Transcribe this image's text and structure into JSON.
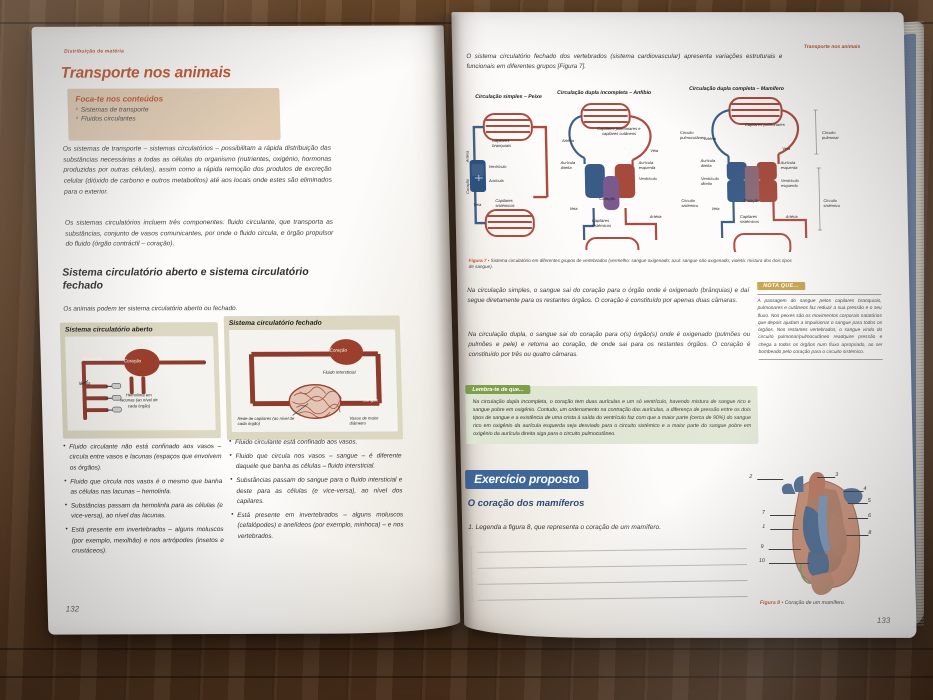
{
  "scene": {
    "description": "Open Portuguese biology textbook on a wooden desk",
    "desk_color": "#6f4a2b",
    "accent_red": "#c0552f",
    "accent_blue": "#3f6699",
    "accent_green": "#7ea04b",
    "accent_gold": "#c8a24a"
  },
  "left_page": {
    "running_head": "Distribuição de matéria",
    "page_number": "132",
    "title": "Transporte nos animais",
    "focus_box": {
      "title": "Foca-te nos conteúdos",
      "items": [
        "Sistemas de transporte",
        "Fluidos circulantes"
      ]
    },
    "paragraph_1": "Os sistemas de transporte – sistemas circulatórios – possibilitam a rápida distribuição das substâncias necessárias a todas as células do organismo (nutrientes, oxigénio, hormonas produzidas por outras células), assim como a rápida remoção dos produtos de excreção celular (dióxido de carbono e outros metabolitos) até aos locais onde estes são eliminados para o exterior.",
    "paragraph_2": "Os sistemas circulatórios incluem três componentes: fluido circulante, que transporta as substâncias, conjunto de vasos comunicantes, por onde o fluido circula, e órgão propulsor do fluido (órgão contráctil – coração).",
    "section_title": "Sistema circulatório aberto e sistema circulatório fechado",
    "section_intro": "Os animais podem ter sistema circulatório aberto ou fechado.",
    "open_card": {
      "title": "Sistema circulatório aberto",
      "labels": [
        "Coração",
        "Hemolinfa",
        "Vasos",
        "Hemolinfa em lacunas (ao nível de cada órgão)"
      ]
    },
    "closed_card": {
      "title": "Sistema circulatório fechado",
      "labels": [
        "Coração",
        "Fluido intersticial",
        "Sangue",
        "Rede de capilares (ao nível de cada órgão)",
        "Vasos de maior diâmetro"
      ]
    },
    "open_bullets": [
      "Fluido circulante não está confinado aos vasos – circula entre vasos e lacunas (espaços que envolvem os órgãos).",
      "Fluido que circula nos vasos é o mesmo que banha as células nas lacunas – hemolinfa.",
      "Substâncias passam da hemolinfa para as células (e vice-versa), ao nível das lacunas.",
      "Está presente em invertebrados – alguns moluscos (por exemplo, mexilhão) e nos artrópodes (insetos e crustáceos)."
    ],
    "closed_bullets": [
      "Fluido circulante está confinado aos vasos.",
      "Fluido que circula nos vasos – sangue – é diferente daquele que banha as células – fluido intersticial.",
      "Substâncias passam do sangue para o fluido intersticial e deste para as células (e vice-versa), ao nível dos capilares.",
      "Está presente em invertebrados – alguns moluscos (cefalópodes) e anelídeos (por exemplo, minhoca) – e nos vertebrados."
    ]
  },
  "right_page": {
    "running_head": "Transporte nos animais",
    "page_number": "133",
    "intro": "O sistema circulatório fechado dos vertebrados (sistema cardiovascular) apresenta variações estruturais e funcionais em diferentes grupos [Figura 7].",
    "diagrams": [
      {
        "title": "Circulação simples – Peixe",
        "labels": [
          "Capilares branquiais",
          "Artéria",
          "Ventrículo",
          "Aurícula",
          "Coração",
          "Veia",
          "Capilares sistémicos"
        ]
      },
      {
        "title": "Circulação dupla incompleta – Anfíbio",
        "labels": [
          "Capilares pulmonares e capilares cutâneos",
          "Artéria",
          "Veia",
          "Aurícula direita",
          "Aurícula esquerda",
          "Ventrículo",
          "Coração",
          "Veia",
          "Artéria",
          "Capilares sistémicos",
          "Circuito pulmocutâneo",
          "Circuito sistémico"
        ]
      },
      {
        "title": "Circulação dupla completa – Mamífero",
        "labels": [
          "Capilares pulmonares",
          "Artéria",
          "Veia",
          "Aurícula direita",
          "Aurícula esquerda",
          "Ventrículo direito",
          "Ventrículo esquerdo",
          "Coração",
          "Veia",
          "Artéria",
          "Capilares sistémicos",
          "Circuito pulmonar",
          "Circuito sistémico"
        ]
      }
    ],
    "figure7_caption_tag": "Figura 7 •",
    "figure7_caption": "Sistema circulatório em diferentes grupos de vertebrados (vermelho: sangue oxigenado; azul: sangue não oxigenado; violeta: mistura dos dois tipos de sangue).",
    "paragraph_1": "Na circulação simples, o sangue sai do coração para o órgão onde é oxigenado (brânquias) e daí segue diretamente para os restantes órgãos. O coração é constituído por apenas duas câmaras.",
    "paragraph_2": "Na circulação dupla, o sangue sai do coração para o(s) órgão(s) onde é oxigenado (pulmões ou pulmões e pele) e retorna ao coração, de onde sai para os restantes órgãos. O coração é constituído por três ou quatro câmaras.",
    "nota": {
      "tab": "NOTA QUE...",
      "text": "A passagem do sangue pelos capilares branquiais, pulmonares e cutâneos faz reduzir a sua pressão e o seu fluxo. Nos peixes são os movimentos corporais natatórios que depois ajudam a impulsionar o sangue para todos os órgãos. Nos restantes vertebrados, o sangue vindo do circuito pulmonar/pulmocutâneo readquire pressão e chega a todos os órgãos num fluxo apropriado, ao ser bombeado pelo coração para o circuito sistémico."
    },
    "lembra": {
      "tab": "Lembra-te de que...",
      "text": "Na circulação dupla incompleta, o coração tem duas aurículas e um só ventrículo, havendo mistura de sangue rico e sangue pobre em oxigénio. Contudo, um ordenamento na contração das aurículas, a diferença de pressão entre os dois tipos de sangue e a existência de uma crista à saída do ventrículo faz com que a maior parte (cerca de 90%) do sangue rico em oxigénio da aurícula esquerda seja desviado para o circuito sistémico e a maior parte do sangue pobre em oxigénio da aurícula direita siga para o circuito pulmocutâneo."
    },
    "exercise": {
      "tab": "Exercício proposto",
      "subtitle": "O coração dos mamíferos",
      "question_number": "1.",
      "question_text": "Legenda a figura 8, que representa o coração de um mamífero.",
      "question_link": "figura 8",
      "answer_lines": 4
    },
    "figure8": {
      "caption_tag": "Figura 8 •",
      "caption": "Coração de um mamífero.",
      "numbers": [
        "1",
        "2",
        "3",
        "4",
        "5",
        "6",
        "7",
        "8",
        "9",
        "10"
      ]
    }
  }
}
